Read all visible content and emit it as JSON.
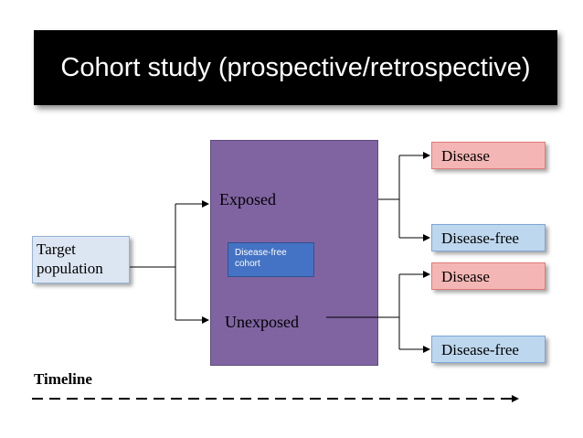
{
  "title": "Cohort study (prospective/retrospective)",
  "target": {
    "line1": "Target",
    "line2": "population"
  },
  "groups": {
    "exposed": "Exposed",
    "unexposed": "Unexposed"
  },
  "cohort_label": {
    "line1": "Disease-free",
    "line2": "cohort"
  },
  "outcomes": {
    "exposed_disease": "Disease",
    "exposed_disease_free": "Disease-free",
    "unexposed_disease": "Disease",
    "unexposed_disease_free": "Disease-free"
  },
  "timeline": "Timeline",
  "colors": {
    "title_bg": "#000000",
    "cohort_box": "#8064a2",
    "inner_box": "#4472c4",
    "target_box": "#dce6f2",
    "disease": "#f4b6b4",
    "disease_free": "#bdd7ee"
  }
}
